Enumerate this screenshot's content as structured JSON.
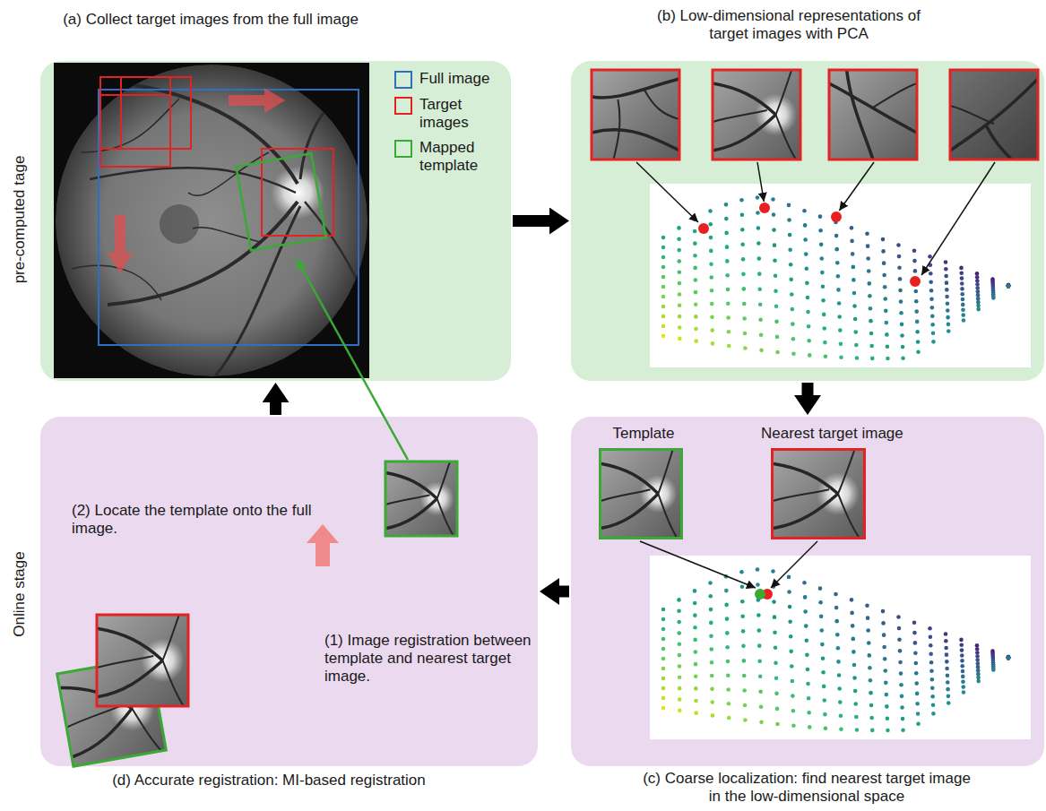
{
  "diagram": {
    "nodes": [
      {
        "text": [
          "(a) Collect target images from the full image"
        ]
      },
      {
        "text": [
          "(b) Low-dimensional representations of target images with PCA"
        ]
      },
      {
        "text": [
          "(c) Coarse localization: find nearest target image in the low-dimensional space"
        ]
      },
      {
        "text": [
          "Template"
        ],
        "in": 2
      },
      {
        "text": [
          "Nearest target image"
        ],
        "in": 2
      },
      {
        "text": [
          "(d) Accurate registration: MI-based registration",
          "(2) Locate the template onto the full image.",
          "(1) Image registration between template and nearest target image."
        ]
      }
    ],
    "edges": [
      {
        "from": 0,
        "to": 1,
        "arrow": "to"
      },
      {
        "from": 1,
        "to": 2,
        "arrow": "to"
      },
      {
        "from": 2,
        "to": 5,
        "arrow": "to"
      },
      {
        "from": 5,
        "to": 0,
        "arrow": "to"
      }
    ],
    "labels": [
      "pre-computed tage",
      "Online stage"
    ],
    "legend": [
      {
        "text": "Full image",
        "color": "#2f6fbf"
      },
      {
        "text": "Target images",
        "color": "#e02424"
      },
      {
        "text": "Mapped template",
        "color": "#3aaa35"
      }
    ]
  }
}
